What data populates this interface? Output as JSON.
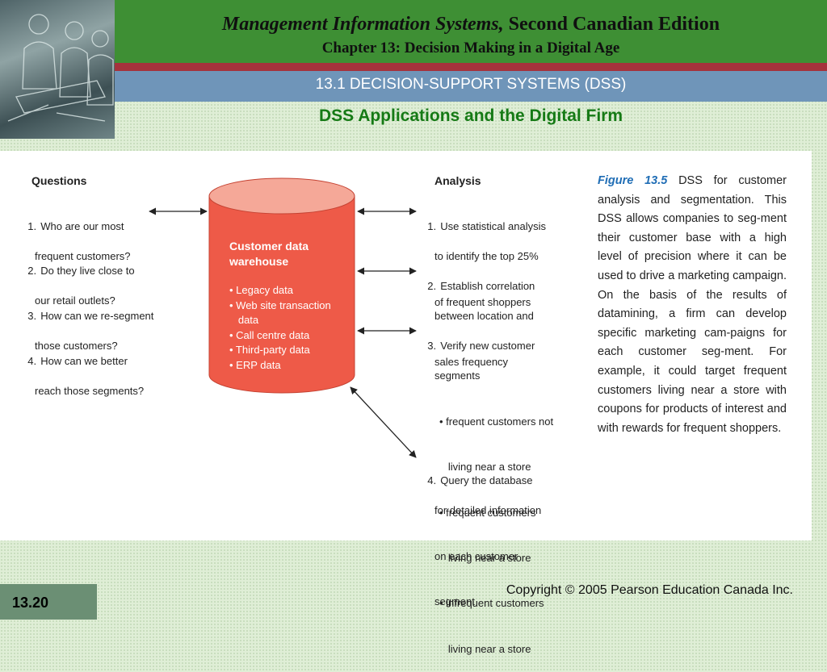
{
  "header": {
    "title_italic": "Management Information Systems,",
    "title_rest": " Second Canadian Edition",
    "chapter": "Chapter 13: Decision Making in a Digital Age"
  },
  "section": "13.1 DECISION-SUPPORT SYSTEMS (DSS)",
  "subtitle": "DSS Applications and the Digital Firm",
  "figure": {
    "questions_heading": "Questions",
    "analysis_heading": "Analysis",
    "questions": [
      {
        "num": "1.",
        "lines": [
          "Who are our most",
          "frequent customers?"
        ]
      },
      {
        "num": "2.",
        "lines": [
          "Do they live close to",
          "our retail outlets?"
        ]
      },
      {
        "num": "3.",
        "lines": [
          "How can we re-segment",
          "those customers?"
        ]
      },
      {
        "num": "4.",
        "lines": [
          "How can we better",
          "reach those segments?"
        ]
      }
    ],
    "warehouse": {
      "title_1": "Customer data",
      "title_2": "warehouse",
      "items": [
        "• Legacy data",
        "• Web site transaction",
        "   data",
        "• Call centre data",
        "• Third-party data",
        "• ERP data"
      ]
    },
    "analysis": [
      {
        "num": "1.",
        "lines": [
          "Use statistical analysis",
          "to identify the top 25%",
          "of frequent shoppers"
        ]
      },
      {
        "num": "2.",
        "lines": [
          "Establish correlation",
          "between location and",
          "sales frequency"
        ]
      },
      {
        "num": "3.",
        "lines": [
          "Verify new customer",
          "segments"
        ],
        "bullets": [
          "• frequent customers not",
          "   living near a store",
          "• frequent customers",
          "   living near a store",
          "• infrequent customers",
          "   living near a store"
        ]
      },
      {
        "num": "4.",
        "lines": [
          "Query the database",
          "for detailed information",
          "on each customer",
          "segment"
        ]
      }
    ],
    "caption_label": "Figure 13.5",
    "caption_text": "  DSS for customer analysis and segmentation. This DSS allows companies to seg-ment their customer base with a high level of precision where it can be used to drive a marketing campaign. On the basis of the results of datamining, a firm can develop specific marketing cam-paigns for each customer seg-ment. For example, it could target frequent customers living near a store with coupons for products of interest and with rewards for frequent shoppers."
  },
  "page_number": "13.20",
  "copyright": "Copyright © 2005 Pearson Education Canada Inc.",
  "colors": {
    "title_bar": "#3e8f34",
    "stripe": "#a5323c",
    "section_bar": "#6f95b9",
    "subtitle": "#157a15",
    "cylinder_body": "#ee5a48",
    "cylinder_top": "#f5a898",
    "figure_label": "#1f6db5"
  }
}
